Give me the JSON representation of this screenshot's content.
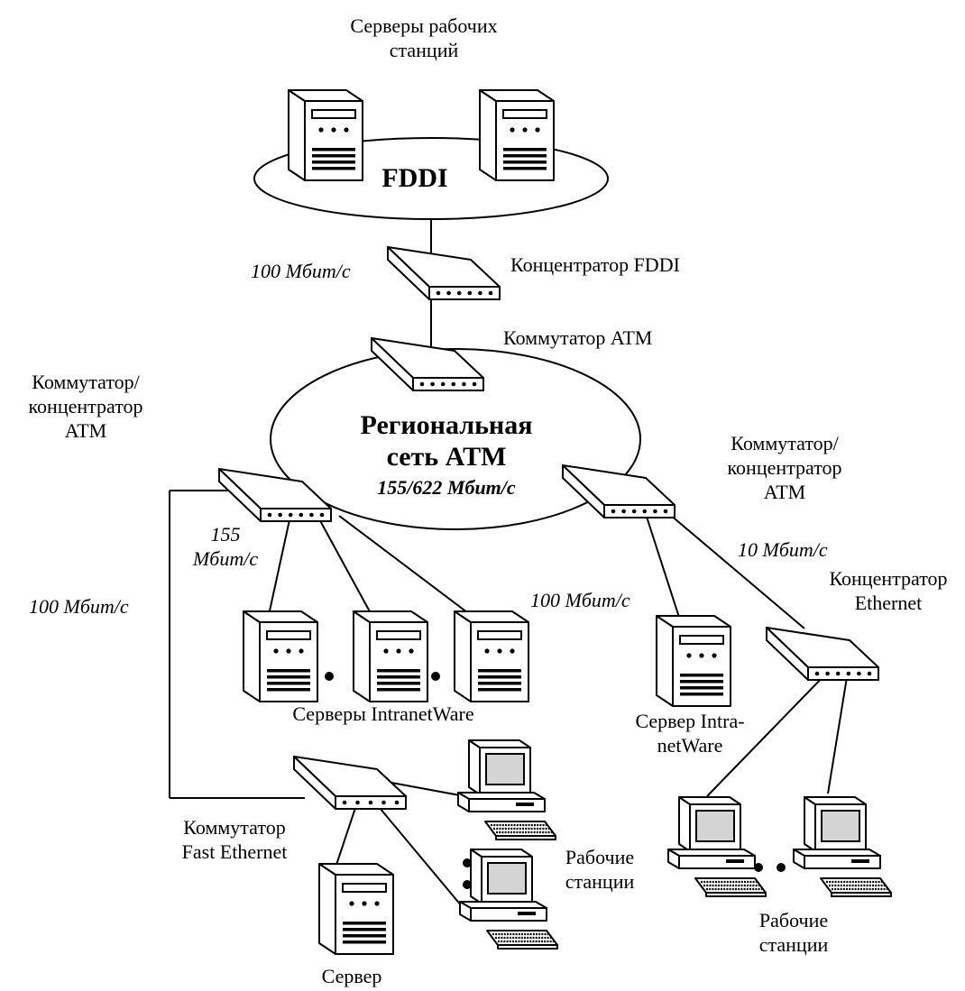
{
  "labels": {
    "workstation_servers": "Серверы рабочих\nстанций",
    "fddi": "FDDI",
    "speed_fddi": "100 Мбит/с",
    "fddi_hub": "Концентратор FDDI",
    "atm_switch": "Коммутатор ATM",
    "atm_switch_hub_left": "Коммутатор/\nконцентратор\nATM",
    "regional_net": "Региональная\nсеть ATM",
    "regional_speed": "155/622 Мбит/с",
    "atm_switch_hub_right": "Коммутатор/\nконцентратор\nATM",
    "speed_155": "155\nМбит/с",
    "speed_100_left": "100 Мбит/с",
    "speed_100_right": "100 Мбит/с",
    "speed_10": "10 Мбит/с",
    "ethernet_hub": "Концентратор\nEthernet",
    "intranetware_servers": "Серверы IntranetWare",
    "intranetware_server": "Сервер Intra-\nnetWare",
    "fast_ethernet_switch": "Коммутатор\nFast Ethernet",
    "workstations_center": "Рабочие\nстанции",
    "workstations_right": "Рабочие\nстанции",
    "server_bottom": "Сервер"
  }
}
